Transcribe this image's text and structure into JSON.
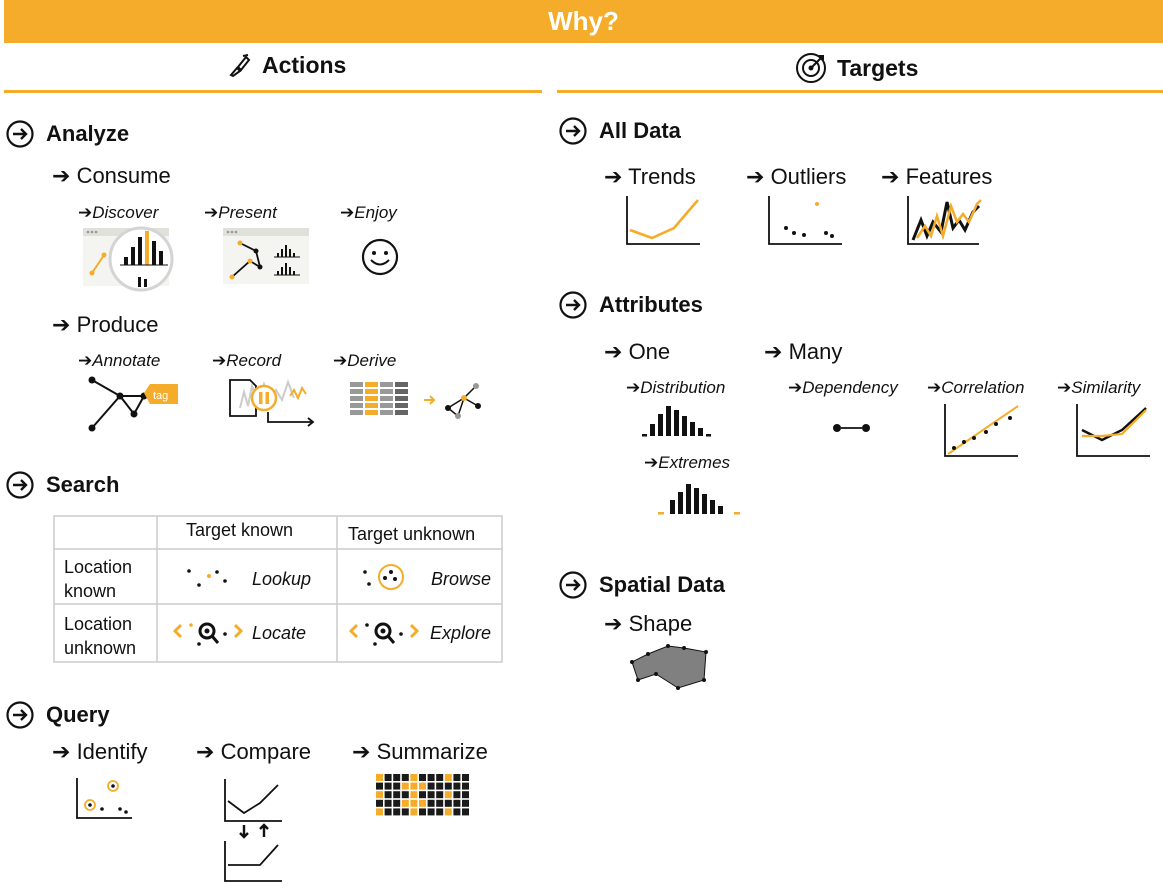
{
  "banner": {
    "title": "Why?"
  },
  "columns": {
    "actions_label": "Actions",
    "targets_label": "Targets",
    "actions_icon": "brush-icon",
    "targets_icon": "target-icon"
  },
  "actions": {
    "analyze": {
      "label": "Analyze",
      "consume": {
        "label": "Consume",
        "discover": "Discover",
        "present": "Present",
        "enjoy": "Enjoy"
      },
      "produce": {
        "label": "Produce",
        "annotate": "Annotate",
        "record": "Record",
        "derive": "Derive",
        "tag": "tag"
      }
    },
    "search": {
      "label": "Search",
      "col_headers": [
        "Target known",
        "Target unknown"
      ],
      "row_headers": [
        [
          "Location",
          "known"
        ],
        [
          "Location",
          "unknown"
        ]
      ],
      "cells": [
        [
          "Lookup",
          "Browse"
        ],
        [
          "Locate",
          "Explore"
        ]
      ]
    },
    "query": {
      "label": "Query",
      "identify": "Identify",
      "compare": "Compare",
      "summarize": "Summarize"
    }
  },
  "targets": {
    "all_data": {
      "label": "All Data",
      "trends": "Trends",
      "outliers": "Outliers",
      "features": "Features"
    },
    "attributes": {
      "label": "Attributes",
      "one": "One",
      "many": "Many",
      "distribution": "Distribution",
      "extremes": "Extremes",
      "dependency": "Dependency",
      "correlation": "Correlation",
      "similarity": "Similarity"
    },
    "spatial": {
      "label": "Spatial Data",
      "shape": "Shape"
    }
  },
  "colors": {
    "accent": "#f5ac2a",
    "dark": "#1a1a1a",
    "gray": "#808080"
  }
}
